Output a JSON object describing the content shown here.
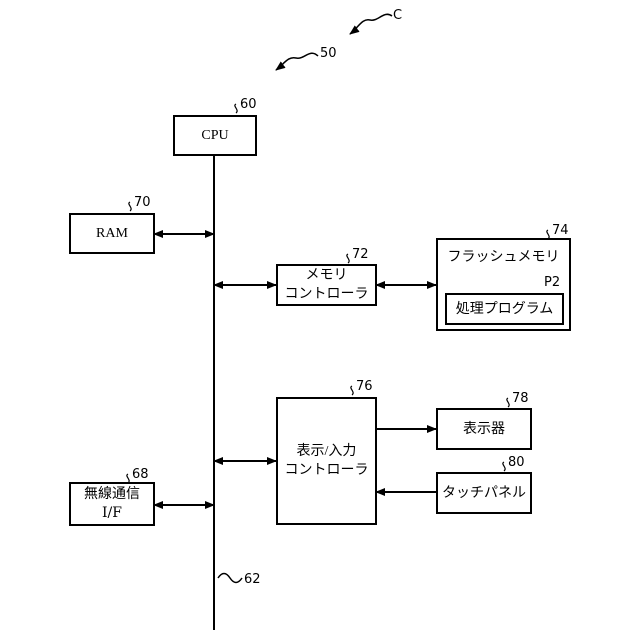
{
  "figure": {
    "ref_c": "C",
    "ref_device": "50",
    "ref_bus": "62"
  },
  "blocks": {
    "cpu": {
      "label": "CPU",
      "ref": "60"
    },
    "ram": {
      "label": "RAM",
      "ref": "70"
    },
    "memory_controller": {
      "line1": "メモリ",
      "line2": "コントローラ",
      "ref": "72"
    },
    "flash_memory": {
      "label": "フラッシュメモリ",
      "ref": "74"
    },
    "program": {
      "label": "処理プログラム",
      "ref": "P2"
    },
    "io_controller": {
      "line1": "表示/入力",
      "line2": "コントローラ",
      "ref": "76"
    },
    "display": {
      "label": "表示器",
      "ref": "78"
    },
    "touch_panel": {
      "label": "タッチパネル",
      "ref": "80"
    },
    "wireless_if": {
      "line1": "無線通信",
      "line2": "I/F",
      "ref": "68"
    }
  }
}
